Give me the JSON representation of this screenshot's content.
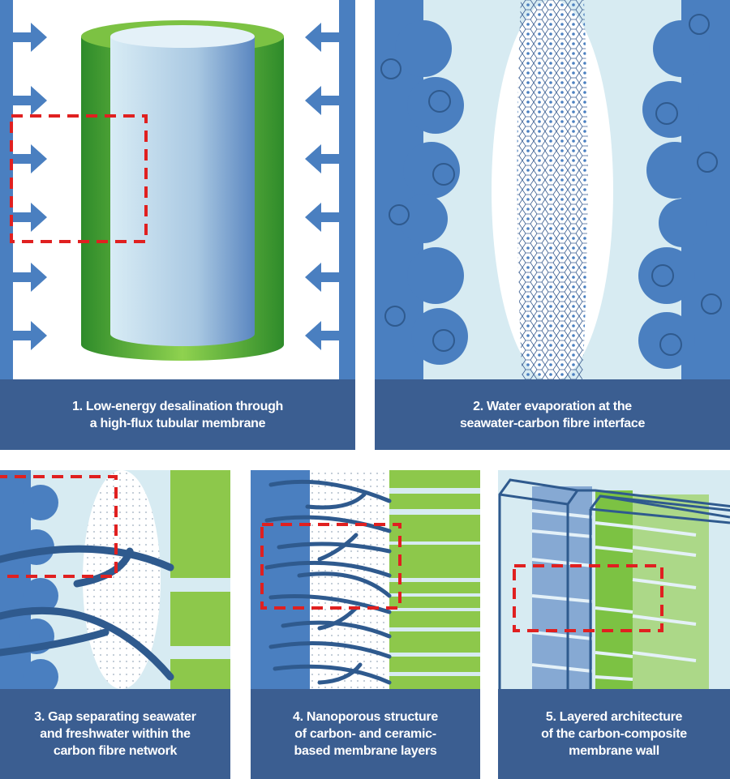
{
  "panels": [
    {
      "id": 1,
      "caption": [
        "1. Low-energy desalination through",
        "a high-flux tubular membrane"
      ]
    },
    {
      "id": 2,
      "caption": [
        "2. Water evaporation at the",
        "seawater-carbon fibre interface"
      ]
    },
    {
      "id": 3,
      "caption": [
        "3. Gap separating seawater",
        "and freshwater within the",
        "carbon fibre network"
      ]
    },
    {
      "id": 4,
      "caption": [
        "4. Nanoporous structure",
        "of carbon- and ceramic-",
        "based membrane layers"
      ]
    },
    {
      "id": 5,
      "caption": [
        "5. Layered architecture",
        "of the carbon-composite",
        "membrane wall"
      ]
    }
  ],
  "colors": {
    "caption_bg": "#3b5e91",
    "seawater_blue": "#4a7fc0",
    "fibre_blue": "#2f5a8e",
    "light_blue": "#d7ebf2",
    "green": "#8dc84b",
    "dark_green": "#2f8a2a",
    "highlight_red": "#e02020"
  }
}
